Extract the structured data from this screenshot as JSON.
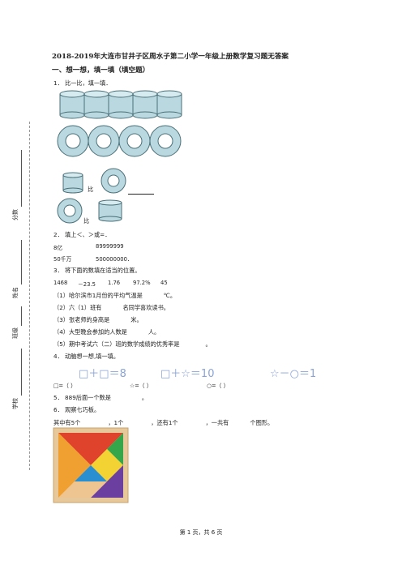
{
  "title": "2018-2019年大连市甘井子区周水子第二小学一年级上册数学复习题无答案",
  "section1": "一、想一想，填一填（填空题）",
  "q1": {
    "label": "1．  比一比，填一填．",
    "compare1_mid": "比",
    "compare2_mid": "比"
  },
  "q2": {
    "label": "2．  填上＜、＞或=．",
    "row1_left": "8亿",
    "row1_right": "89999999",
    "row2_left": "50千万",
    "row2_right": "500000000．"
  },
  "q3": {
    "label": "3．  将下面的数填在适当的位置。",
    "numbers": [
      "1468",
      "－23.5",
      "1.76",
      "97.2%",
      "45"
    ],
    "items": [
      {
        "pre": "（1）哈尔滨市1月份的平均气温是",
        "post": "℃。"
      },
      {
        "pre": "（2）六（1）班有",
        "post": "名同学喜欢读书。"
      },
      {
        "pre": "（3）张老师的身高是",
        "post": "米。"
      },
      {
        "pre": "（4）大型晚会参加的人数是",
        "post": "人。"
      },
      {
        "pre": "（5）期中考试六（二）班的数学成绩的优秀率是",
        "post": "。"
      }
    ]
  },
  "q4": {
    "label": "4．  动脑想一想,填一填。",
    "eq1": "□＋□＝8",
    "eq2": "□＋☆＝10",
    "eq3": "☆－○＝1",
    "ans1": "□=（        ）",
    "ans2": "☆=（        ）",
    "ans3": "○=（        ）"
  },
  "q5": {
    "label": "5．  889后面一个数是",
    "post": "。"
  },
  "q6": {
    "label": "6．  观察七巧板。",
    "line_a": "其中有5个",
    "line_b": "，1个",
    "line_c": "，还有1个",
    "line_d": "，一共有",
    "line_e": "个图形。"
  },
  "sidebar": {
    "score": "分数",
    "name": "姓名",
    "class": "班级",
    "school": "学校"
  },
  "footer": "第 1 页，共 6 页",
  "colors": {
    "cylinder_fill": "#b9d8df",
    "cylinder_stroke": "#4a6f78",
    "equation": "#8aa3d6",
    "wood": "#e6c89a"
  }
}
